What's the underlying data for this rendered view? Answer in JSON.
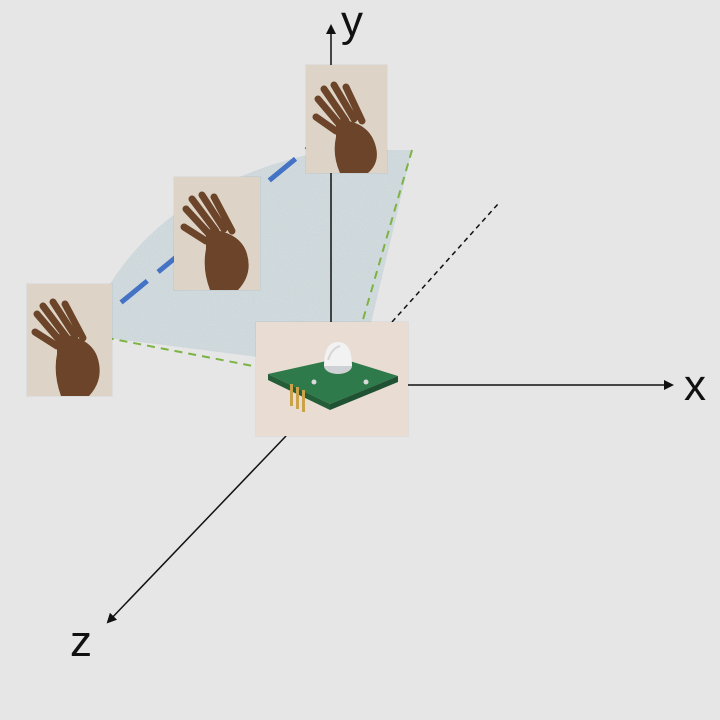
{
  "axes": {
    "x_label": "x",
    "y_label": "y",
    "z_label": "z"
  },
  "images": {
    "hand_icon": "hand-photo",
    "sensor_icon": "pir-motion-sensor-board"
  },
  "colors": {
    "background": "#e6e6e6",
    "trajectory": "#4472c4",
    "detection_field": "#a9bcc4",
    "field_boundary": "#7cb342",
    "axis": "#111111",
    "photo_bg": "#d9cfc2",
    "skin": "#6b4429",
    "pcb": "#2f7a4a"
  }
}
